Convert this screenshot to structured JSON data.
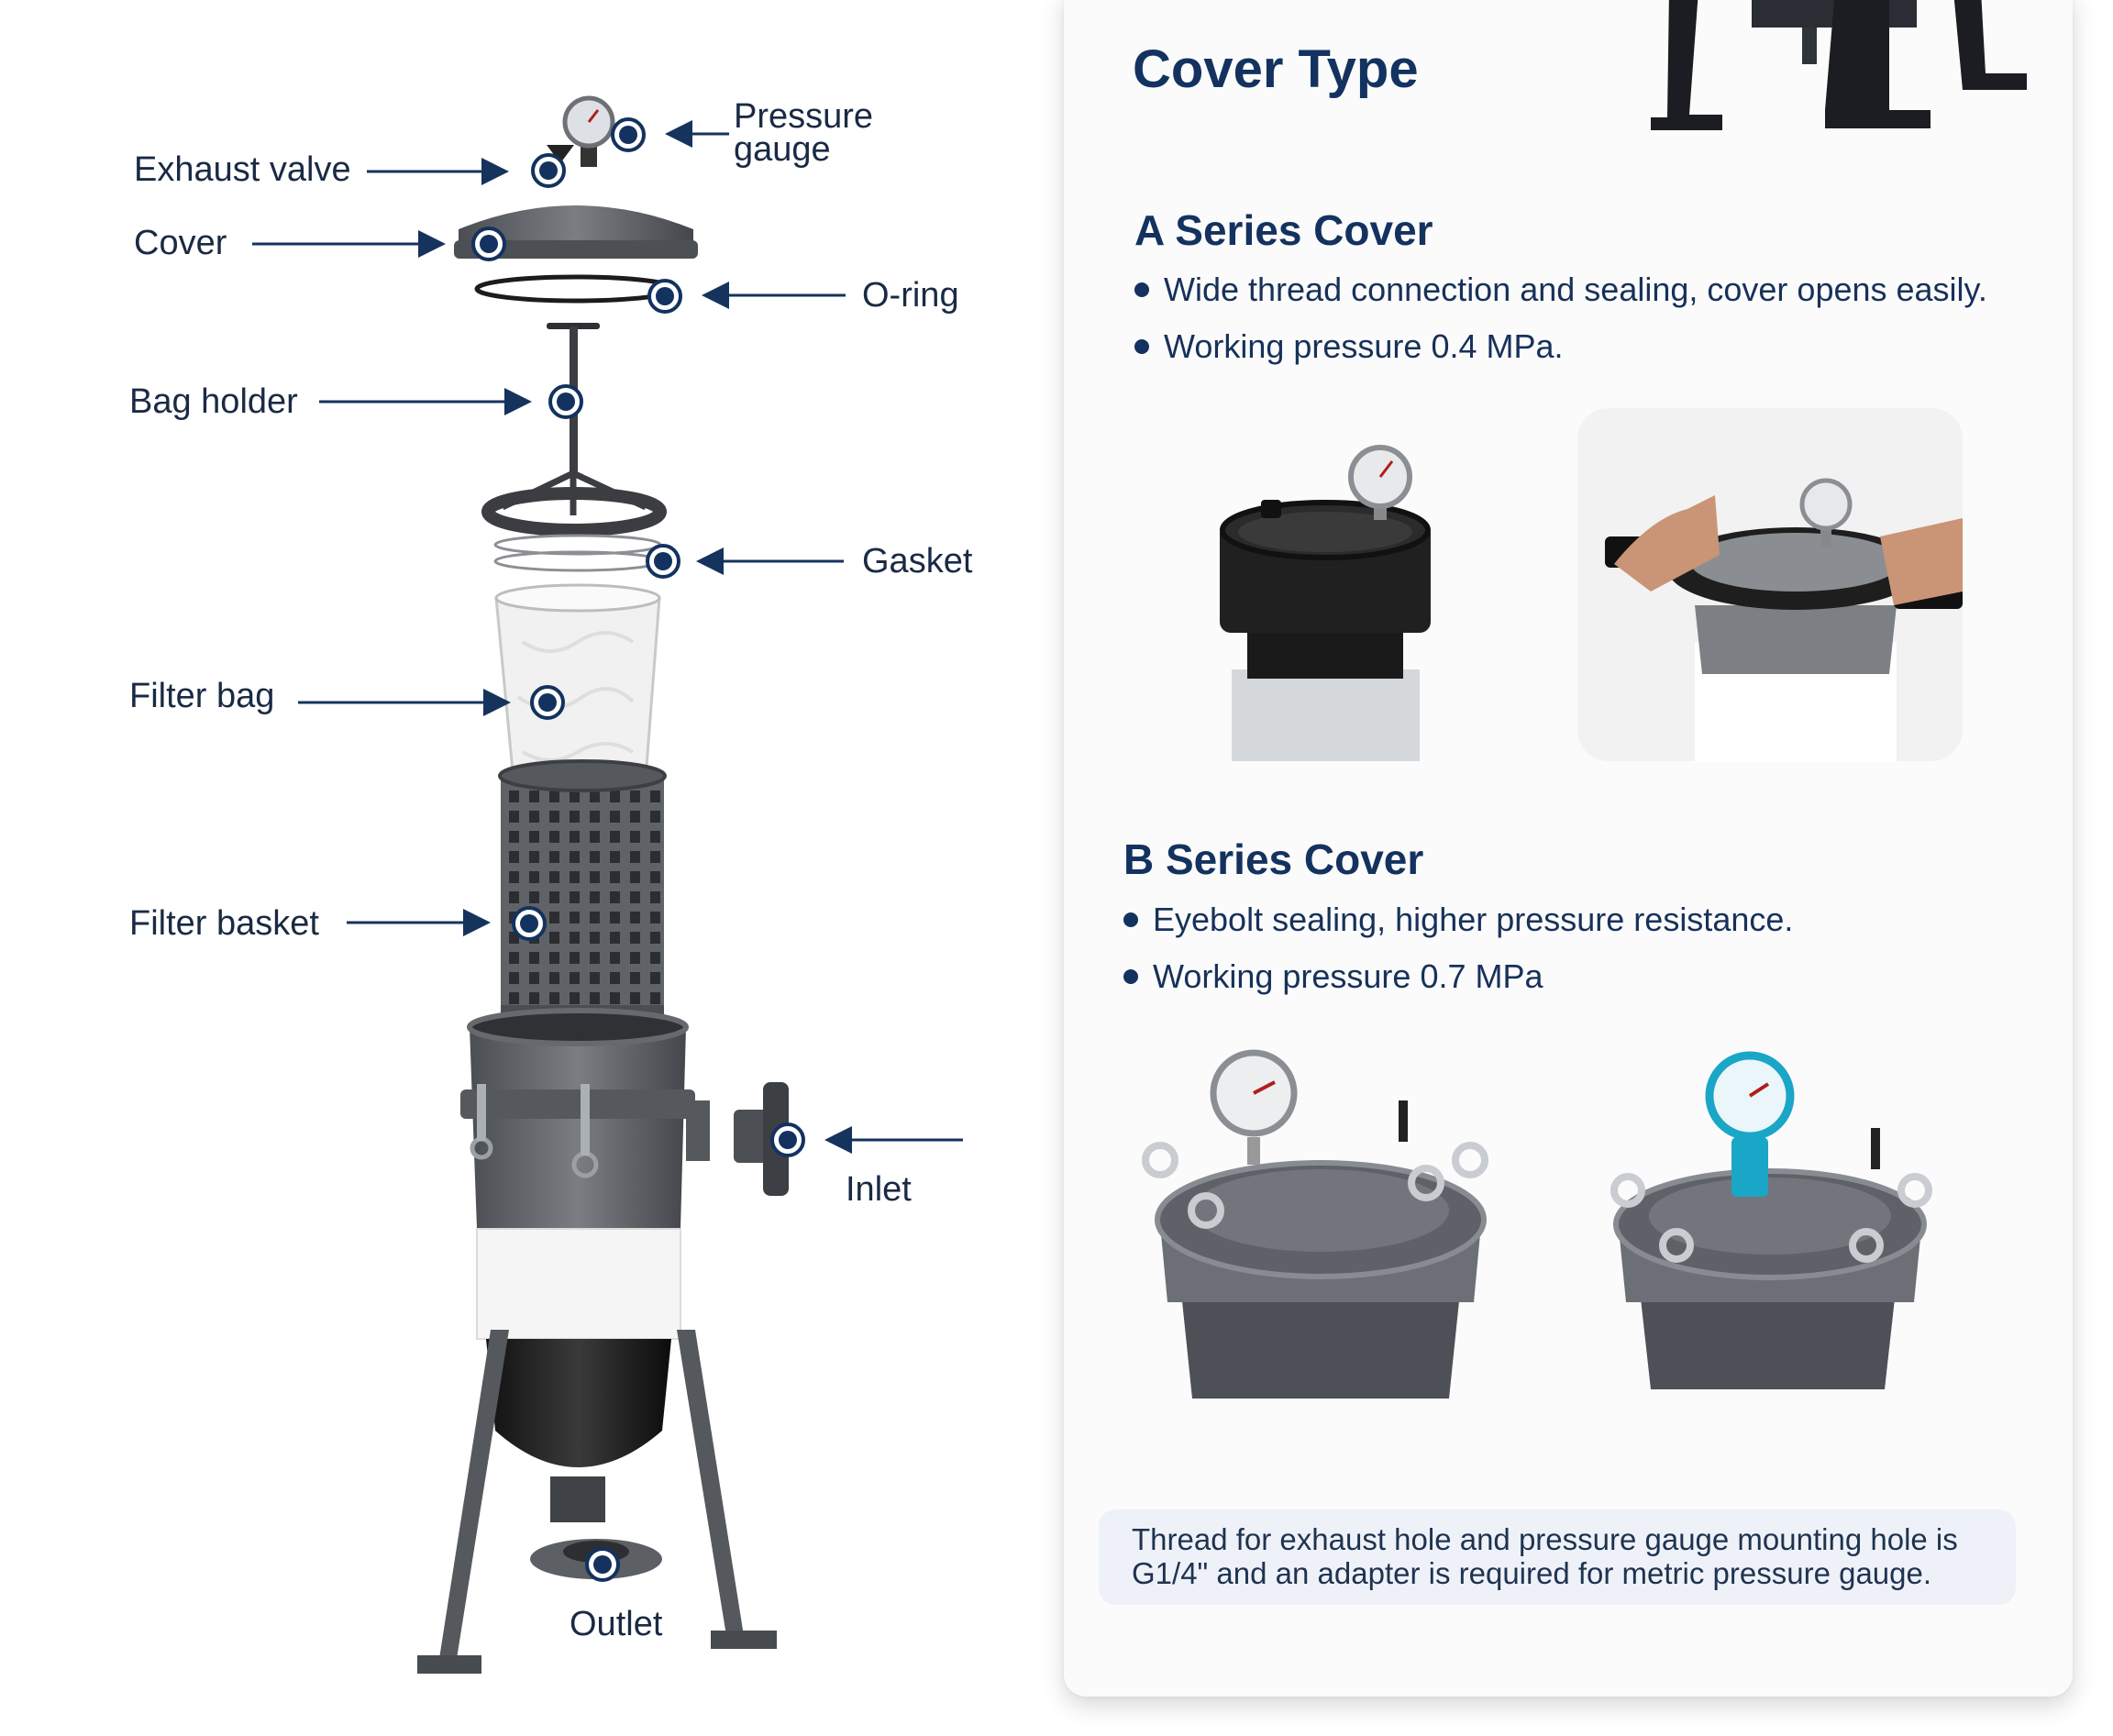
{
  "diagram": {
    "labels": {
      "exhaust_valve": "Exhaust valve",
      "pressure_gauge_line1": "Pressure",
      "pressure_gauge_line2": "gauge",
      "cover": "Cover",
      "o_ring": "O-ring",
      "bag_holder": "Bag holder",
      "gasket": "Gasket",
      "filter_bag": "Filter bag",
      "filter_basket": "Filter basket",
      "inlet": "Inlet",
      "outlet": "Outlet"
    },
    "colors": {
      "marker": "#13325f",
      "arrow": "#15335c",
      "housing": "#5a5d62",
      "label": "#1a2a44"
    }
  },
  "panel": {
    "title": "Cover Type",
    "a_series": {
      "title": "A Series Cover",
      "bullets": [
        "Wide thread connection and sealing, cover opens easily.",
        "Working pressure 0.4 MPa."
      ]
    },
    "b_series": {
      "title": "B Series Cover",
      "bullets": [
        "Eyebolt sealing, higher pressure resistance.",
        "Working pressure 0.7 MPa"
      ]
    },
    "note_line1": "Thread for exhaust hole and pressure gauge mounting hole is",
    "note_line2": "G1/4\" and an adapter is required for metric pressure gauge.",
    "colors": {
      "heading": "#13325f",
      "note_bg": "#eef2f8",
      "gauge_accent": "#1aa6c6"
    }
  }
}
